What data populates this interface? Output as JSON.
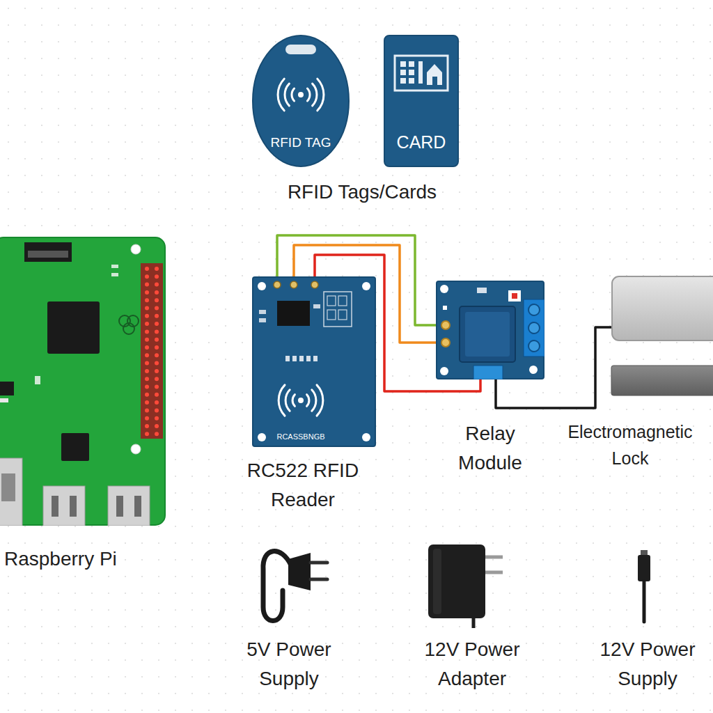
{
  "diagram": {
    "nodes": [
      {
        "text": [
          "RFID TAG"
        ]
      },
      {
        "text": [
          "CARD"
        ]
      },
      {
        "text": [
          "Raspberry Pi"
        ]
      },
      {
        "text": [
          "RCASSBNGB",
          "RC522 RFID Reader"
        ]
      },
      {
        "text": [
          "Relay Module"
        ]
      },
      {
        "text": [
          "Electromagnetic Lock"
        ]
      }
    ],
    "edges": [
      {
        "from": 3,
        "to": 4,
        "arrow": "none"
      },
      {
        "from": 3,
        "to": 4,
        "arrow": "none"
      },
      {
        "from": 3,
        "to": 4,
        "arrow": "none"
      },
      {
        "from": 4,
        "to": 5,
        "arrow": "none"
      }
    ],
    "labels": [
      "RFID Tags/Cards",
      "5V Power Supply",
      "12V Power Adapter",
      "12V Power Supply"
    ]
  }
}
